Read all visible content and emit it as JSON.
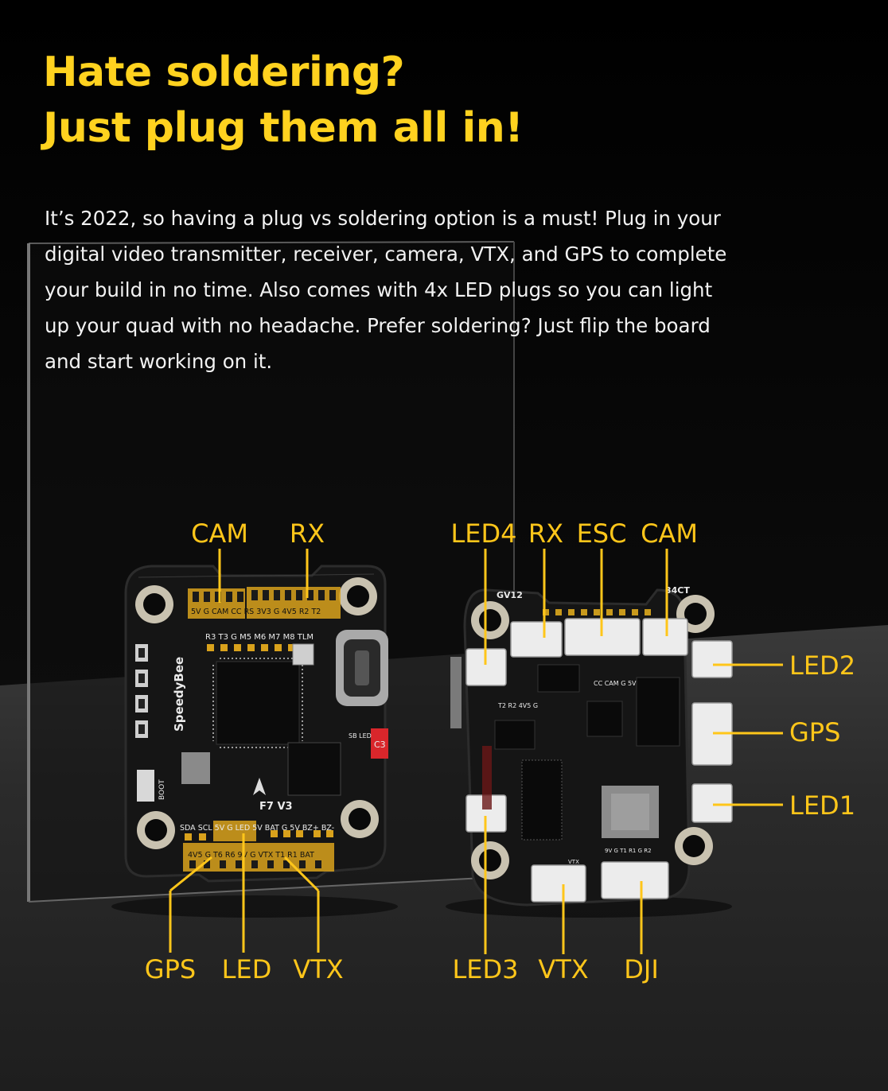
{
  "headline": {
    "line1": "Hate soldering?",
    "line2": "Just plug them all in!"
  },
  "body": {
    "lines": [
      "It’s 2022, so having a plug vs soldering option is a must! Plug in your",
      "digital video transmitter, receiver, camera, VTX, and GPS to complete",
      "your build in no time. Also comes with 4x LED plugs so you can light",
      "up your quad with no headache. Prefer soldering? Just flip the board",
      "and start working on it."
    ]
  },
  "front_board": {
    "callouts_top": [
      "CAM",
      "RX"
    ],
    "callouts_bottom": [
      "GPS",
      "LED",
      "VTX"
    ],
    "silkscreen": {
      "brand": "SpeedyBee",
      "model": "F7 V3",
      "pad_row_top": "5V  G CAM CC RS 3V3 G 4V5 R2 T2",
      "pad_row_second": "R3 T3  G  M5 M6 M7 M8 TLM",
      "pad_row_bottom_a": "SDA SCL 5V  G  LED 5V BAT G   5V BZ+ BZ-",
      "pad_row_bottom_b": "4V5 G   T6  R6 9V  G  VTX T1  R1 BAT",
      "boot": "BOOT",
      "c3": "C3",
      "sb_led": "SB LED"
    }
  },
  "back_board": {
    "callouts_top": [
      "LED4",
      "RX",
      "ESC",
      "CAM"
    ],
    "callouts_right": [
      "LED2",
      "GPS",
      "LED1"
    ],
    "callouts_bottom": [
      "LED3",
      "VTX",
      "DJI"
    ],
    "silkscreen": {
      "gv12": "GV12",
      "ct": "34CT",
      "cc_cam": "CC CAM G 5V",
      "t2_r2": "T2 R2 4V5 G",
      "vtx": "VTX",
      "dji_pins": "9V G T1 R1 G R2"
    }
  },
  "colors": {
    "accent": "#ffc61a",
    "headline": "#ffd21f",
    "text": "#f2f2f2",
    "background": "#000000",
    "floor": "#2a2a2a",
    "pcb": "#141414"
  }
}
